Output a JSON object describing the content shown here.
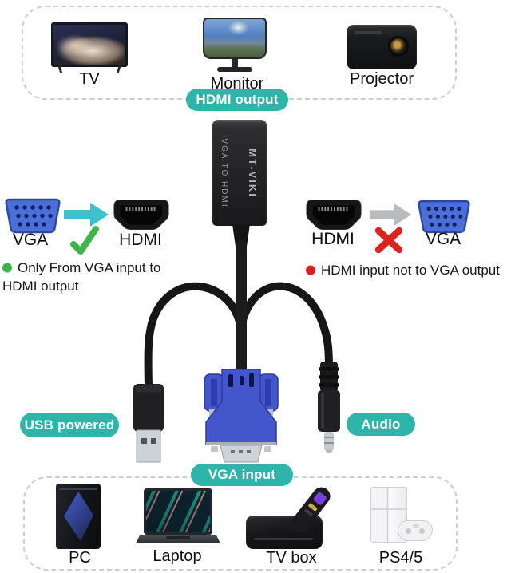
{
  "colors": {
    "teal": "#2eb4a9",
    "cyan": "#3cc2cc",
    "arrow_gray": "#b9bcbe",
    "green": "#3db54b",
    "red": "#da241d",
    "vga_blue": "#4a6fd8"
  },
  "hdmi_output": {
    "badge": "HDMI output",
    "devices": [
      {
        "label": "TV"
      },
      {
        "label": "Monitor"
      },
      {
        "label": "Projector"
      }
    ]
  },
  "adapter": {
    "model_text": "VGA TO HDMI",
    "brand_text": "MT-VIKI"
  },
  "allowed_direction": {
    "source": "VGA",
    "target": "HDMI",
    "note": "Only From VGA input to HDMI output"
  },
  "blocked_direction": {
    "source": "HDMI",
    "target": "VGA",
    "note": "HDMI input not to VGA output"
  },
  "cables": {
    "usb_badge": "USB powered",
    "audio_badge": "Audio"
  },
  "vga_input": {
    "badge": "VGA input",
    "devices": [
      {
        "label": "PC"
      },
      {
        "label": "Laptop"
      },
      {
        "label": "TV box"
      },
      {
        "label": "PS4/5"
      }
    ]
  }
}
